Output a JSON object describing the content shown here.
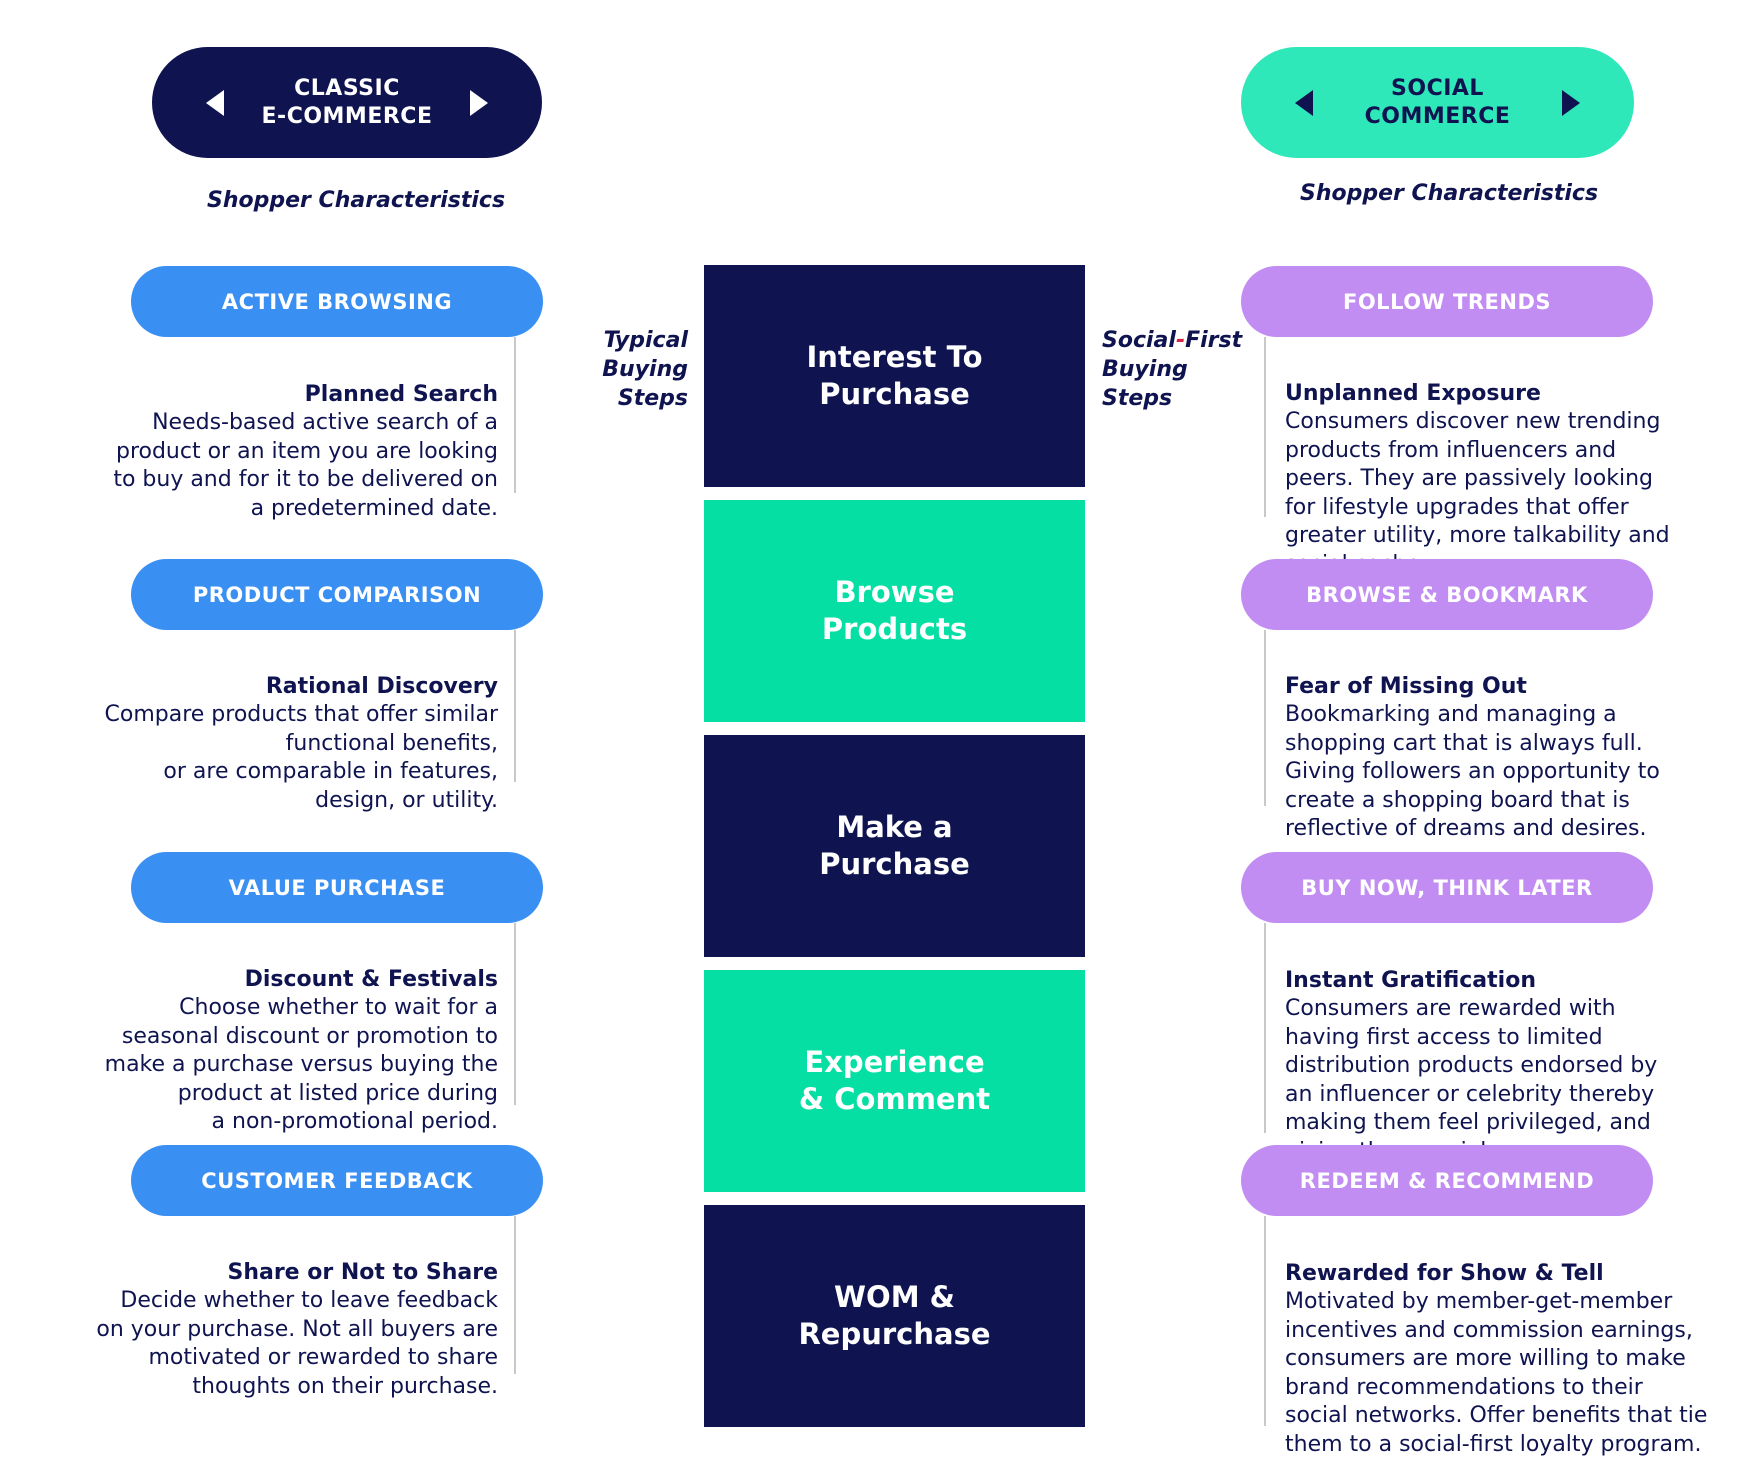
{
  "classic": {
    "title": "CLASSIC\nE-COMMERCE",
    "subtitle": "Shopper Characteristics",
    "color": "#0f1450",
    "items": [
      {
        "label": "ACTIVE BROWSING",
        "heading": "Planned Search",
        "text": "Needs-based active search of a\nproduct or an item you are looking\nto buy and for it to be delivered on\na predetermined date."
      },
      {
        "label": "PRODUCT COMPARISON",
        "heading": "Rational Discovery",
        "text": "Compare products that offer similar\nfunctional benefits,\nor are comparable in features,\ndesign, or utility."
      },
      {
        "label": "VALUE PURCHASE",
        "heading": "Discount & Festivals",
        "text": "Choose whether to wait for a\nseasonal discount or promotion to\nmake a purchase versus buying the\nproduct at listed price during\na non-promotional period."
      },
      {
        "label": "CUSTOMER FEEDBACK",
        "heading": "Share or Not to Share",
        "text": "Decide whether to leave feedback\non your purchase. Not all buyers are\nmotivated or rewarded to share\nthoughts on their purchase."
      }
    ]
  },
  "social": {
    "title": "SOCIAL\nCOMMERCE",
    "subtitle": "Shopper Characteristics",
    "color": "#2fe8b9",
    "items": [
      {
        "label": "FOLLOW TRENDS",
        "heading": "Unplanned Exposure",
        "text": "Consumers discover new trending\nproducts from influencers and\npeers. They are passively looking\nfor lifestyle upgrades that offer\ngreater utility, more talkability and\nsocial cache."
      },
      {
        "label": "BROWSE & BOOKMARK",
        "heading": "Fear of Missing Out",
        "text": "Bookmarking and managing a\nshopping cart that is always full.\nGiving followers an opportunity to\ncreate a shopping board that is\nreflective of dreams and desires."
      },
      {
        "label": "BUY NOW, THINK LATER",
        "heading": "Instant Gratification",
        "text": "Consumers are rewarded with\nhaving first access to limited\ndistribution products endorsed by\nan influencer or celebrity thereby\nmaking them feel privileged, and\ngiving them social currency."
      },
      {
        "label": "REDEEM & RECOMMEND",
        "heading": "Rewarded for Show & Tell",
        "text": "Motivated by member-get-member\nincentives and commission earnings,\nconsumers are more willing to make\nbrand recommendations to their\nsocial networks. Offer benefits that tie\nthem to a social-first loyalty program."
      }
    ]
  },
  "steps_label_left": "Typical\nBuying\nSteps",
  "steps_label_right": {
    "part1": "Social",
    "hyphen": "-",
    "part2": "First\nBuying\nSteps"
  },
  "steps": [
    {
      "label": "Interest To\nPurchase",
      "color": "#0f1450"
    },
    {
      "label": "Browse\nProducts",
      "color": "#05dfa3"
    },
    {
      "label": "Make a\nPurchase",
      "color": "#0f1450"
    },
    {
      "label": "Experience\n& Comment",
      "color": "#05dfa3"
    },
    {
      "label": "WOM &\nRepurchase",
      "color": "#0f1450"
    }
  ]
}
